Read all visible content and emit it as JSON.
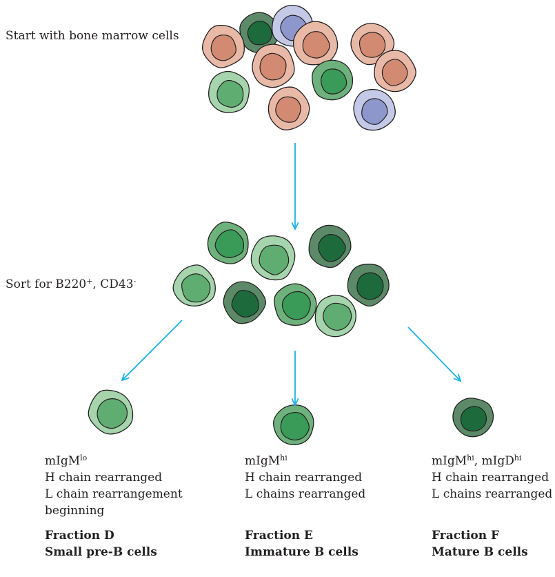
{
  "labels": {
    "start": "Start with bone marrow cells",
    "sort": {
      "prefix": "Sort for B220",
      "sup1": "+",
      "middle": ", CD43",
      "sup2": "-"
    }
  },
  "fractions": [
    {
      "marker": {
        "base": "mIgM",
        "sup": "lo"
      },
      "lines": [
        "H chain rearranged",
        "L chain rearrangement",
        "beginning"
      ],
      "title": "Fraction D",
      "subtitle": "Small pre-B cells"
    },
    {
      "marker": {
        "base": "mIgM",
        "sup": "hi"
      },
      "lines": [
        "H chain rearranged",
        "L chains rearranged"
      ],
      "title": "Fraction E",
      "subtitle": "Immature B cells"
    },
    {
      "marker": {
        "base": "mIgM",
        "sup": "hi",
        "sep": ", ",
        "base2": "mIgD",
        "sup2": "hi"
      },
      "lines": [
        "H chain rearranged",
        "L chains rearranged"
      ],
      "title": "Fraction F",
      "subtitle": "Mature B cells"
    }
  ],
  "colors": {
    "arrow": "#1ab0e6",
    "stroke": "#231f20",
    "salmon": {
      "outer": "#e9b9a8",
      "inner": "#d28a72"
    },
    "blue": {
      "outer": "#c3c9e6",
      "inner": "#8e97cc"
    },
    "dark_green": {
      "outer": "#5c8a68",
      "inner": "#1d6b3d"
    },
    "mid_green": {
      "outer": "#6fb17d",
      "inner": "#3a9a58"
    },
    "light_green": {
      "outer": "#a6d5ad",
      "inner": "#60ad72"
    }
  }
}
